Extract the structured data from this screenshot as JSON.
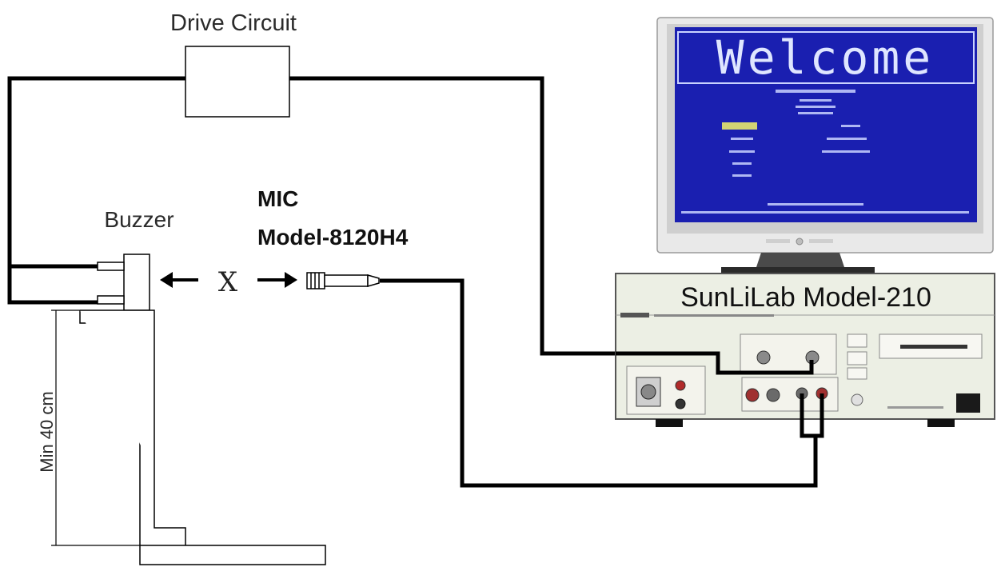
{
  "labels": {
    "drive_circuit": "Drive Circuit",
    "buzzer": "Buzzer",
    "mic_title": "MIC",
    "mic_model": "Model-8120H4",
    "distance": "X",
    "height": "Min  40  cm",
    "instrument": "SunLiLab Model-210"
  },
  "monitor": {
    "welcome": "Welcome"
  },
  "colors": {
    "screen": "#1a1fb0",
    "instrument_panel": "#ecefe4",
    "wire": "#000000"
  }
}
